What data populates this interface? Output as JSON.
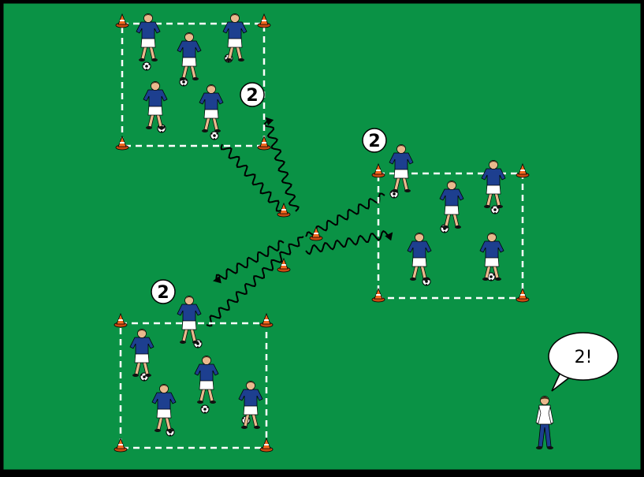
{
  "colors": {
    "pitch": "#0a9245",
    "border": "#000000",
    "line": "#ffffff",
    "cone": "#f36a21",
    "shirt": "#1d3f8f",
    "shorts": "#ffffff",
    "skin": "#e9b98d",
    "hair": "#3a2410",
    "path": "#000000"
  },
  "squares": [
    {
      "name": "top-left-square",
      "badge": "2"
    },
    {
      "name": "right-square",
      "badge": "2"
    },
    {
      "name": "bottom-left-square",
      "badge": "2"
    }
  ],
  "coach": {
    "speech": "2!"
  },
  "icons": [
    "cone-icon",
    "player-icon",
    "ball-icon",
    "coach-icon",
    "speech-bubble-icon",
    "arrow-icon"
  ]
}
